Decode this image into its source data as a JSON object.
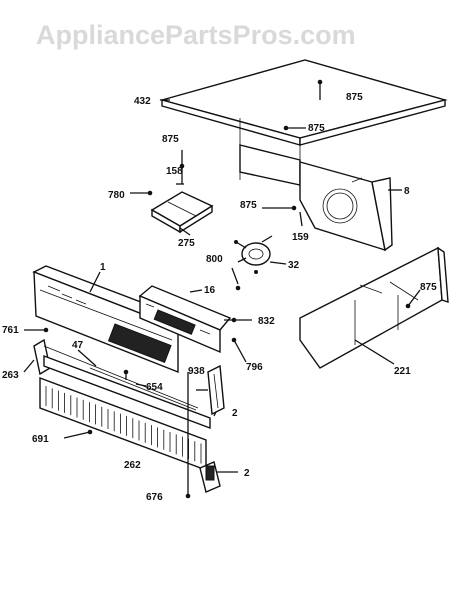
{
  "watermark": "AppliancePartsPros.com",
  "callouts": {
    "c432": "432",
    "c875a": "875",
    "c875b": "875",
    "c875c": "875",
    "c875d": "875",
    "c875e": "875",
    "c158": "158",
    "c780": "780",
    "c275": "275",
    "c159": "159",
    "c8": "8",
    "c800": "800",
    "c32": "32",
    "c1": "1",
    "c16": "16",
    "c832": "832",
    "c761": "761",
    "c47": "47",
    "c263": "263",
    "c654": "654",
    "c938": "938",
    "c796": "796",
    "c221": "221",
    "c691": "691",
    "c2a": "2",
    "c262": "262",
    "c2b": "2",
    "c676": "676"
  }
}
